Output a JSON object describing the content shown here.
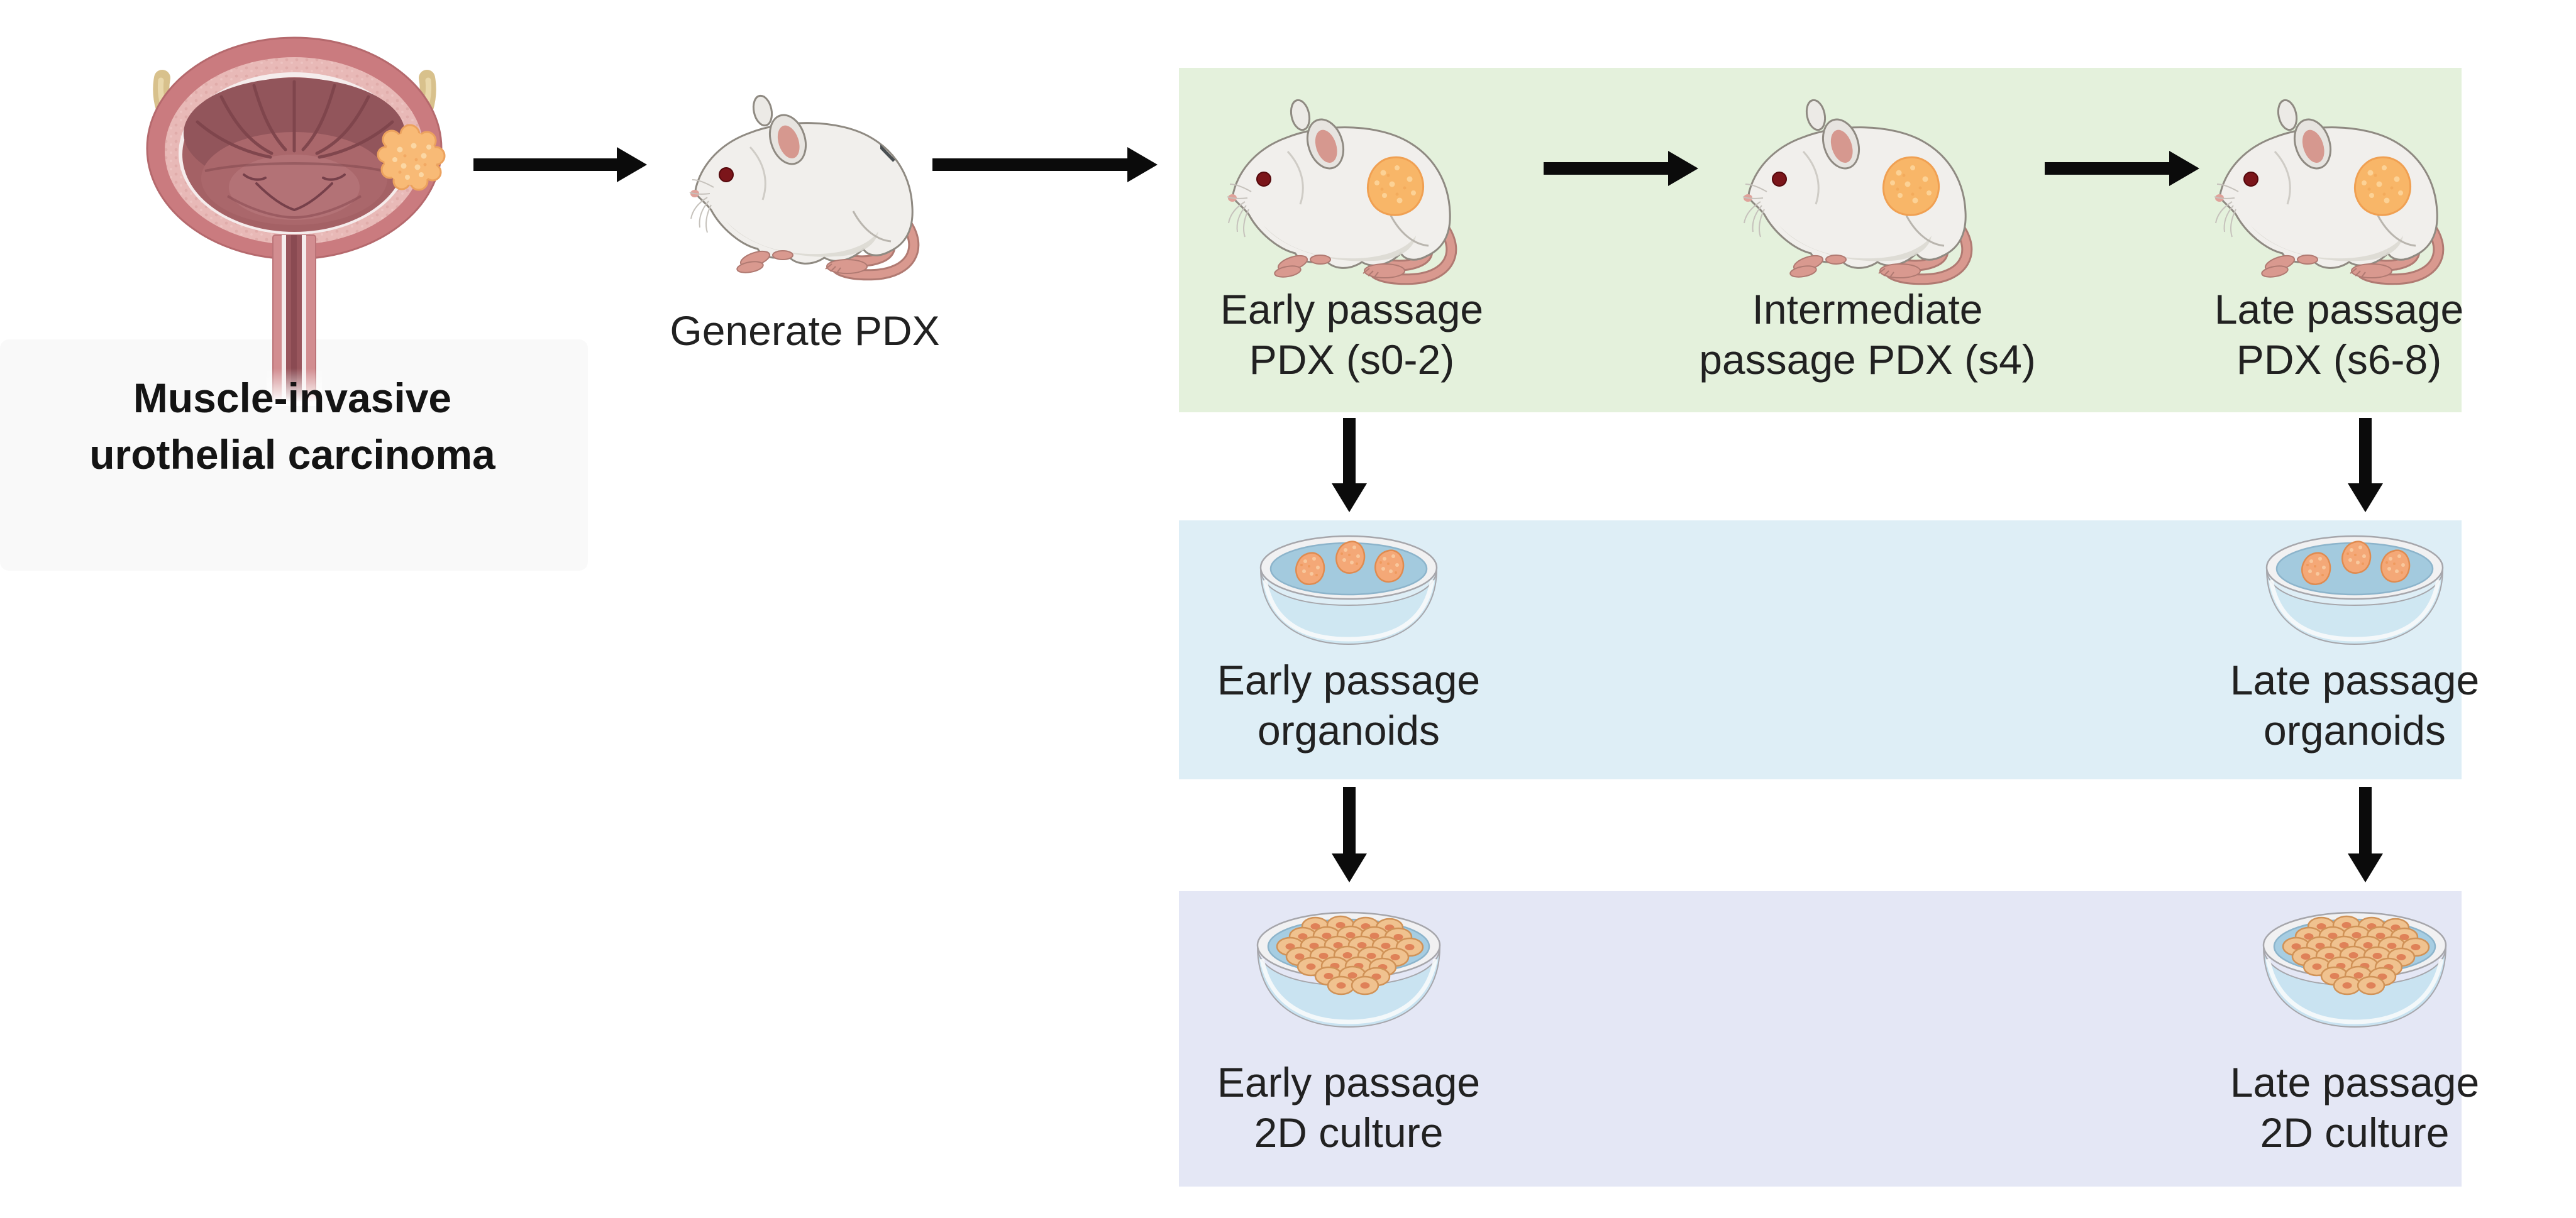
{
  "title": {
    "line1": "Muscle-invasive",
    "line2": "urothelial carcinoma"
  },
  "generate": {
    "label": "Generate PDX"
  },
  "pdx_panel": {
    "bg": "#e4f1dc",
    "items": [
      {
        "line1": "Early passage",
        "line2": "PDX (s0-2)"
      },
      {
        "line1": "Intermediate",
        "line2": "passage PDX (s4)"
      },
      {
        "line1": "Late passage",
        "line2": "PDX (s6-8)"
      }
    ]
  },
  "organoid_panel": {
    "bg": "#deeef6",
    "items": [
      {
        "line1": "Early passage",
        "line2": "organoids"
      },
      {
        "line1": "Late passage",
        "line2": "organoids"
      }
    ]
  },
  "culture_panel": {
    "bg": "#e4e7f5",
    "items": [
      {
        "line1": "Early passage",
        "line2": "2D culture"
      },
      {
        "line1": "Late passage",
        "line2": "2D culture"
      }
    ]
  },
  "icons": {
    "bladder": "bladder-with-tumor-icon",
    "mouse": "lab-mouse-icon",
    "syringe": "syringe-icon",
    "organoid_dish": "petri-dish-organoids-icon",
    "culture_dish": "petri-dish-2d-culture-icon"
  },
  "colors": {
    "text": "#212121",
    "arrow": "#0b0b0b",
    "tumor": "#f8ba76",
    "organoid": "#f4a877",
    "cell": "#f0c28f",
    "pdx_box": "#e4f1dc",
    "organoid_box": "#deeef6",
    "culture_box": "#e4e7f5"
  }
}
